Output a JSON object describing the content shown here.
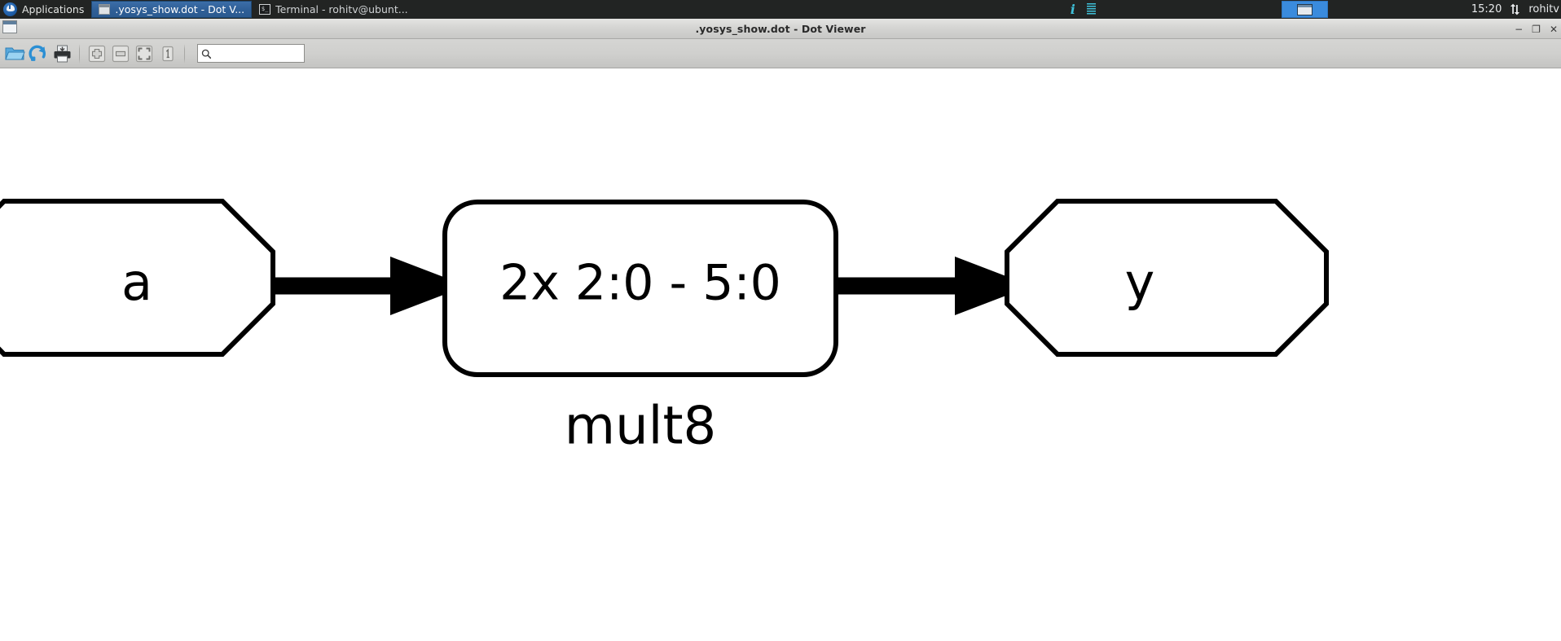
{
  "panel": {
    "applications_label": "Applications",
    "logo_icon": "xfce-mouse-logo-icon",
    "tasks": [
      {
        "label": ".yosys_show.dot - Dot V...",
        "icon": "window-icon",
        "active": true
      },
      {
        "label": "Terminal - rohitv@ubunt...",
        "icon": "terminal-icon",
        "active": false
      }
    ],
    "tray": {
      "info_icon": "info-italic-icon",
      "bars_icon": "list-bars-icon",
      "window_slot_icon": "window-icon"
    },
    "clock": "15:20",
    "network_icon": "network-up-down-arrows-icon",
    "user": "rohitv"
  },
  "window": {
    "icon": "window-titlebar-icon",
    "title": ".yosys_show.dot - Dot Viewer",
    "buttons": {
      "minimize": "−",
      "maximize": "❐",
      "close": "✕"
    }
  },
  "toolbar": {
    "buttons": [
      {
        "name": "open-file-button",
        "icon": "folder-open-icon",
        "tooltip": "Open"
      },
      {
        "name": "reload-button",
        "icon": "reload-arrow-icon",
        "tooltip": "Reload"
      },
      {
        "name": "print-button",
        "icon": "printer-icon",
        "tooltip": "Print"
      },
      {
        "name": "zoom-in-button",
        "icon": "zoom-in-plus-icon",
        "tooltip": "Zoom In"
      },
      {
        "name": "zoom-out-button",
        "icon": "zoom-out-minus-icon",
        "tooltip": "Zoom Out"
      },
      {
        "name": "zoom-fit-button",
        "icon": "zoom-fit-icon",
        "tooltip": "Zoom Fit"
      },
      {
        "name": "zoom-100-button",
        "icon": "zoom-one-to-one-icon",
        "tooltip": "Zoom 100%"
      }
    ],
    "search": {
      "icon": "search-magnifier-icon",
      "value": "",
      "placeholder": ""
    }
  },
  "graph": {
    "type": "dot-graph",
    "nodes": [
      {
        "id": "a",
        "label": "a",
        "shape": "octagon",
        "role": "input-port"
      },
      {
        "id": "op",
        "label": "2x 2:0 - 5:0",
        "shape": "rounded-box",
        "role": "operation-cell"
      },
      {
        "id": "y",
        "label": "y",
        "shape": "octagon",
        "role": "output-port"
      }
    ],
    "edges": [
      {
        "from": "a",
        "to": "op",
        "style": "bold-arrow"
      },
      {
        "from": "op",
        "to": "y",
        "style": "bold-arrow"
      }
    ],
    "cluster_label": "mult8",
    "colors": {
      "stroke": "#000000",
      "fill": "#ffffff",
      "background": "#ffffff"
    }
  }
}
